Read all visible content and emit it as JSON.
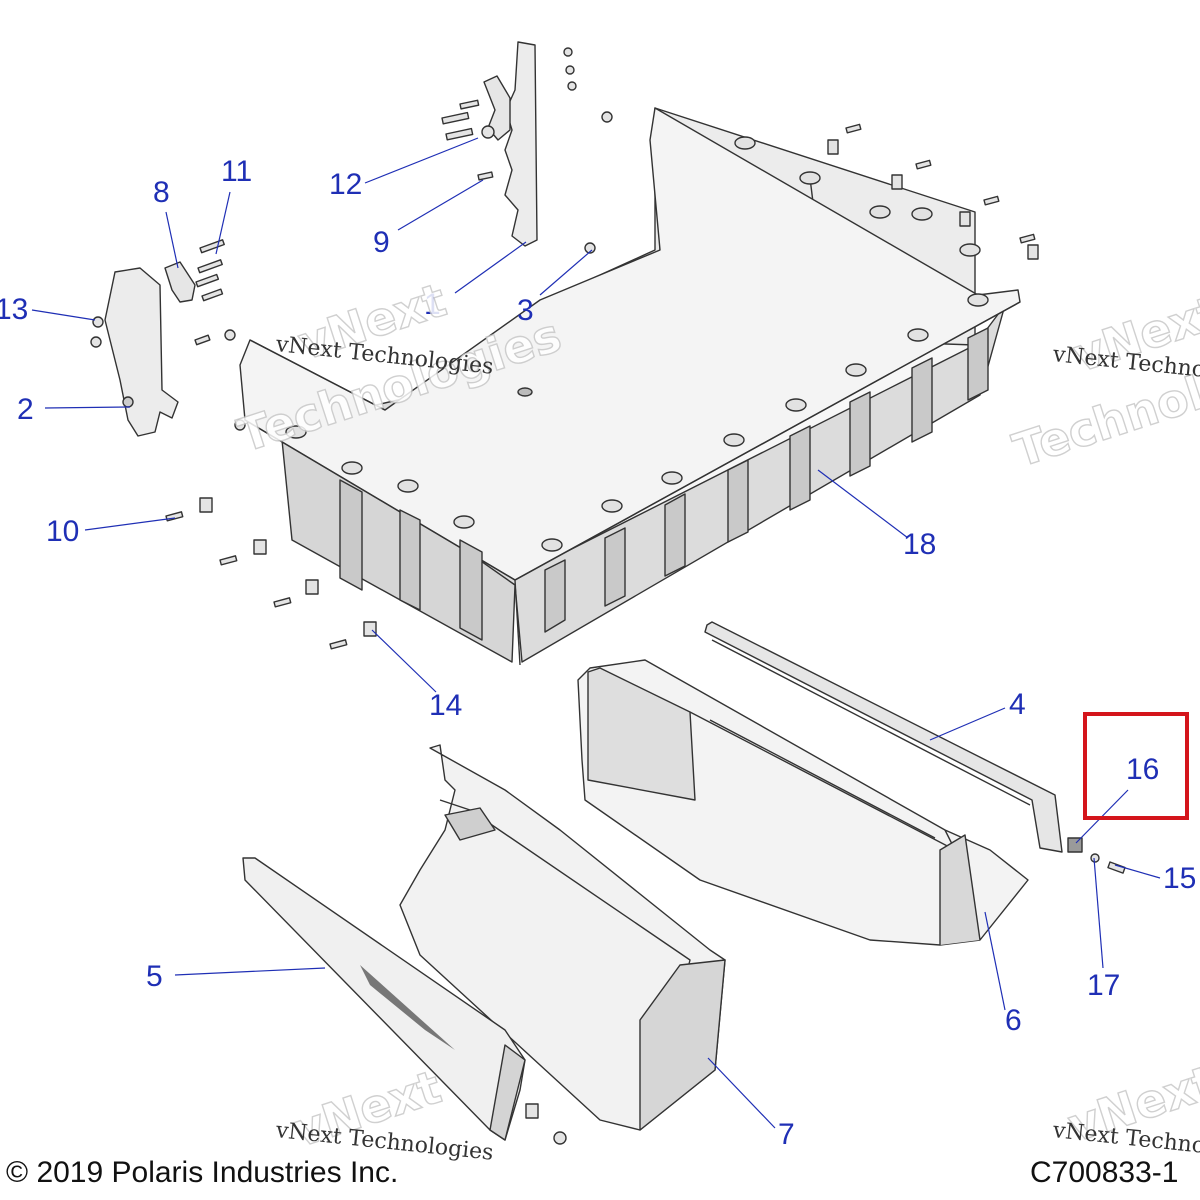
{
  "diagram": {
    "callouts": [
      {
        "id": "c1",
        "text": "1"
      },
      {
        "id": "c2",
        "text": "2"
      },
      {
        "id": "c3",
        "text": "3"
      },
      {
        "id": "c4",
        "text": "4"
      },
      {
        "id": "c5",
        "text": "5"
      },
      {
        "id": "c6",
        "text": "6"
      },
      {
        "id": "c7",
        "text": "7"
      },
      {
        "id": "c8",
        "text": "8"
      },
      {
        "id": "c9",
        "text": "9"
      },
      {
        "id": "c10",
        "text": "10"
      },
      {
        "id": "c11",
        "text": "11"
      },
      {
        "id": "c12",
        "text": "12"
      },
      {
        "id": "c13",
        "text": "13"
      },
      {
        "id": "c14",
        "text": "14"
      },
      {
        "id": "c15",
        "text": "15"
      },
      {
        "id": "c16",
        "text": "16"
      },
      {
        "id": "c17",
        "text": "17"
      },
      {
        "id": "c18",
        "text": "18"
      }
    ],
    "highlighted_part": "16",
    "highlight_color": "#d4151b",
    "callout_color": "#1f2fb5"
  },
  "watermark": {
    "company": "vNext Technologies",
    "line1": "vNext",
    "line2": "Technologies"
  },
  "footer": {
    "copyright": "© 2019 Polaris Industries Inc.",
    "diagram_code": "C700833-1"
  }
}
